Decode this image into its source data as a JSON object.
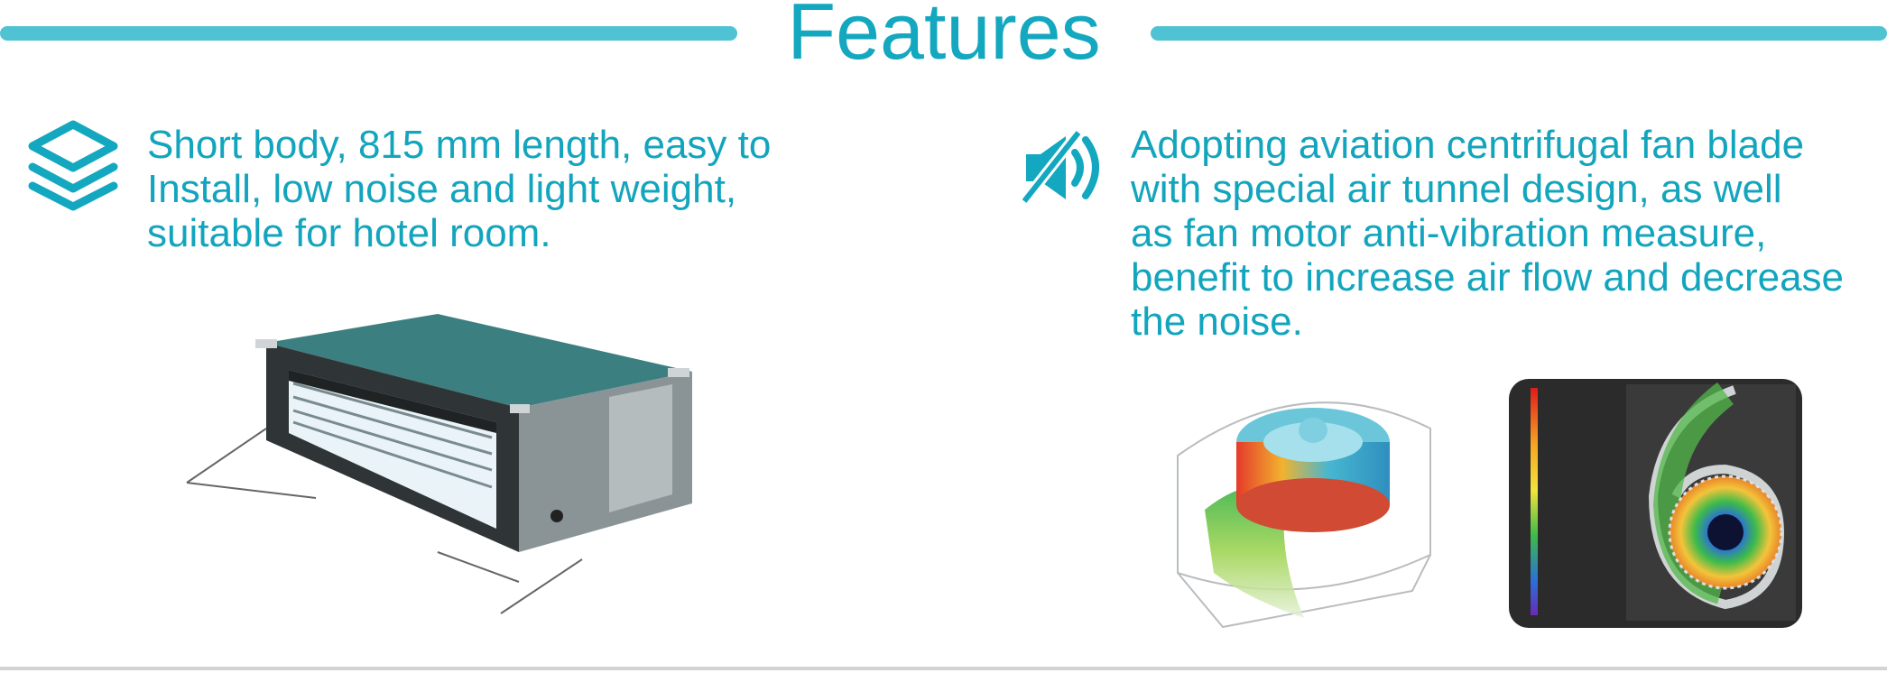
{
  "header": {
    "title": "Features"
  },
  "features": [
    {
      "icon": "layers-icon",
      "text": "Short body, 815 mm length, easy to\nInstall, low noise and light weight,\nsuitable for hotel room."
    },
    {
      "icon": "speaker-mute-icon",
      "text": "Adopting aviation centrifugal fan blade\nwith special air tunnel design, as well\nas fan motor anti-vibration measure,\nbenefit to increase air flow and decrease\nthe noise."
    }
  ],
  "colors": {
    "accent": "#13a8bf",
    "rule": "#4fc3d3",
    "divider": "#d3d3d3"
  }
}
